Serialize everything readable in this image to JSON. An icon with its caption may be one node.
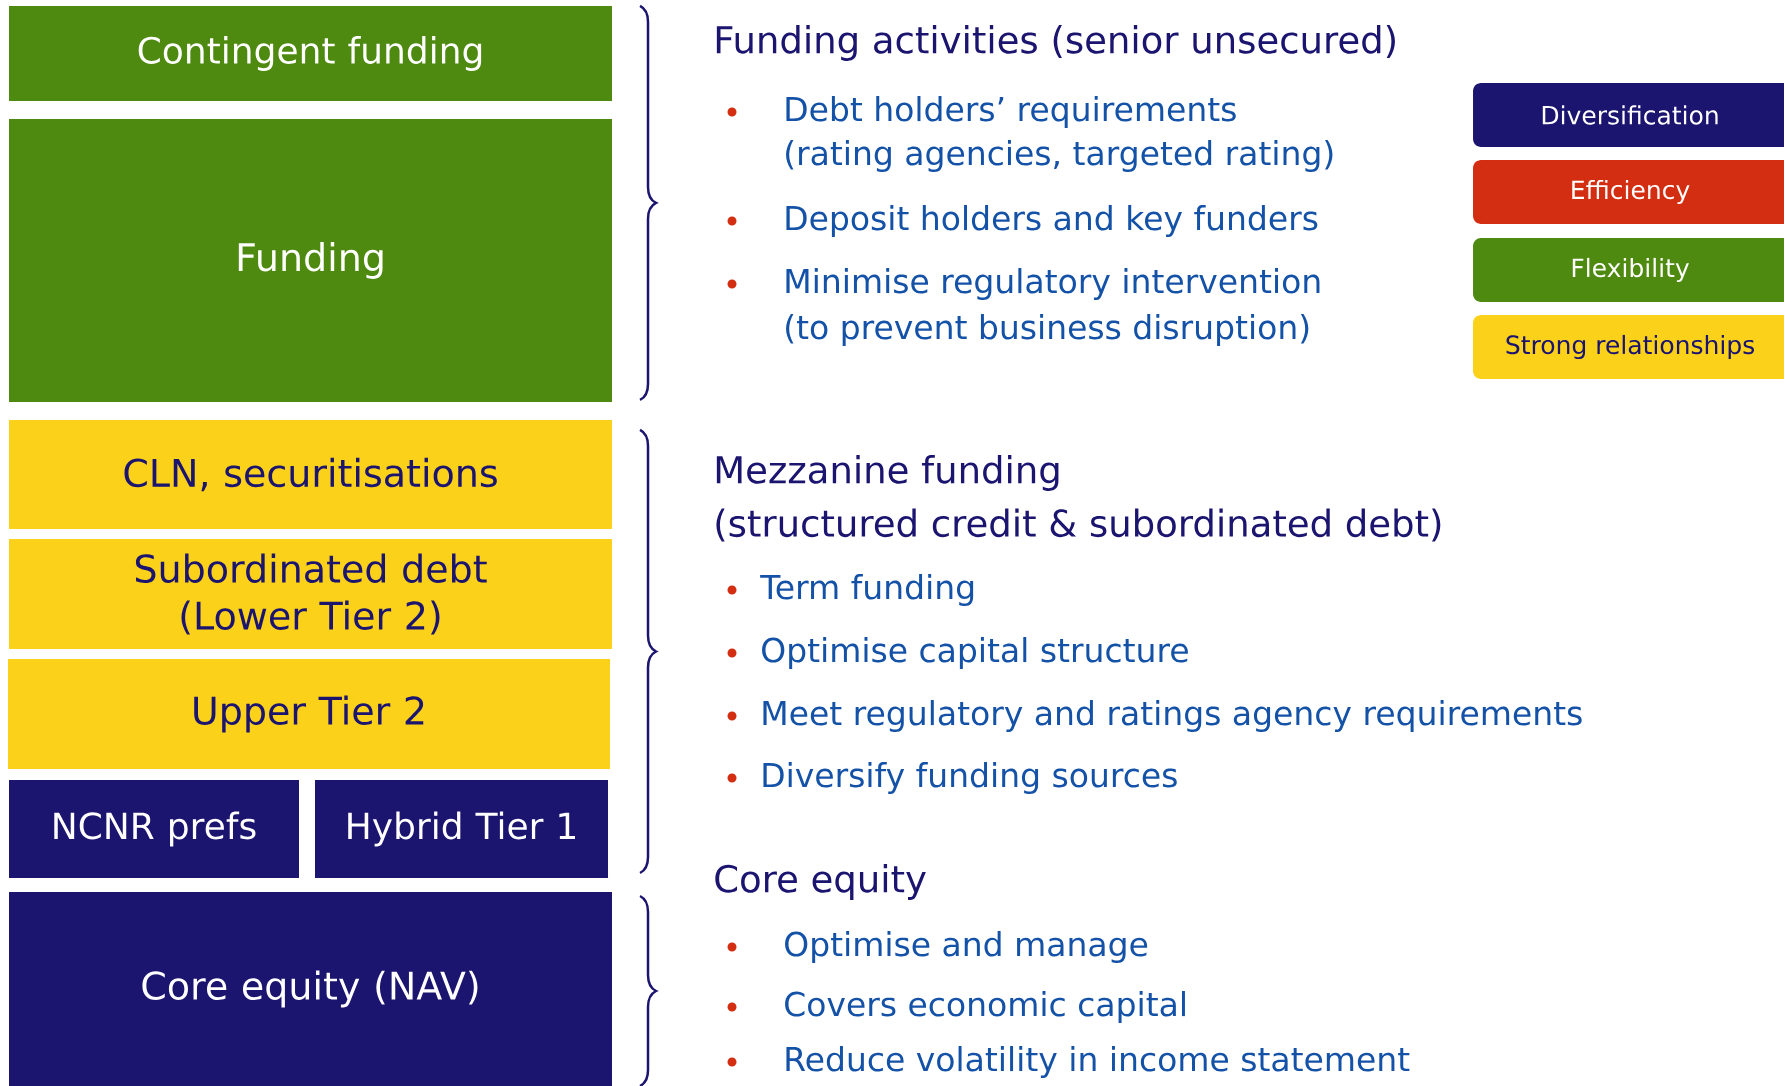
{
  "diagram": {
    "nodes": [
      {
        "text": [
          "Contingent funding"
        ]
      },
      {
        "text": [
          "Funding"
        ]
      },
      {
        "text": [
          "CLN, securitisations"
        ]
      },
      {
        "text": [
          "Subordinated debt (Lower Tier 2)"
        ]
      },
      {
        "text": [
          "Upper Tier 2"
        ]
      },
      {
        "text": [
          "NCNR prefs"
        ]
      },
      {
        "text": [
          "Hybrid Tier 1"
        ]
      },
      {
        "text": [
          "Core equity (NAV)"
        ]
      }
    ],
    "labels": [
      "Funding activities (senior unsecured)",
      "Debt holders’ requirements",
      "(rating agencies, targeted rating)",
      "Deposit holders and key funders",
      "Minimise regulatory intervention",
      "(to prevent business disruption)",
      "Mezzanine funding",
      "(structured credit & subordinated debt)",
      "Term funding",
      "Optimise capital structure",
      "Meet regulatory and ratings agency requirements",
      "Diversify funding sources",
      "Core equity",
      "Optimise and manage",
      "Covers economic capital",
      "Reduce volatility in income statement"
    ],
    "legend": [
      {
        "text": "Diversification",
        "color": "#1b1570"
      },
      {
        "text": "Efficiency",
        "color": "#d42e12"
      },
      {
        "text": "Flexibility",
        "color": "#4f8a10"
      },
      {
        "text": "Strong relationships",
        "color": "#fbd11a"
      }
    ]
  }
}
